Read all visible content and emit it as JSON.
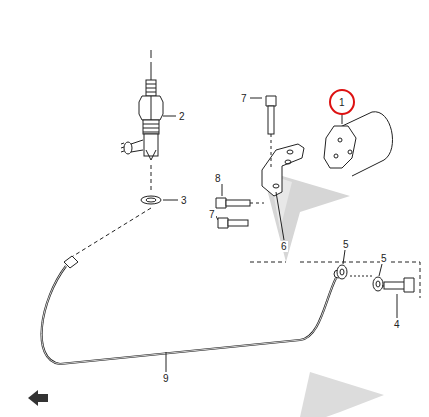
{
  "diagram": {
    "labels": [
      "1",
      "2",
      "3",
      "7",
      "8",
      "7",
      "6",
      "5",
      "5",
      "4",
      "9"
    ]
  }
}
